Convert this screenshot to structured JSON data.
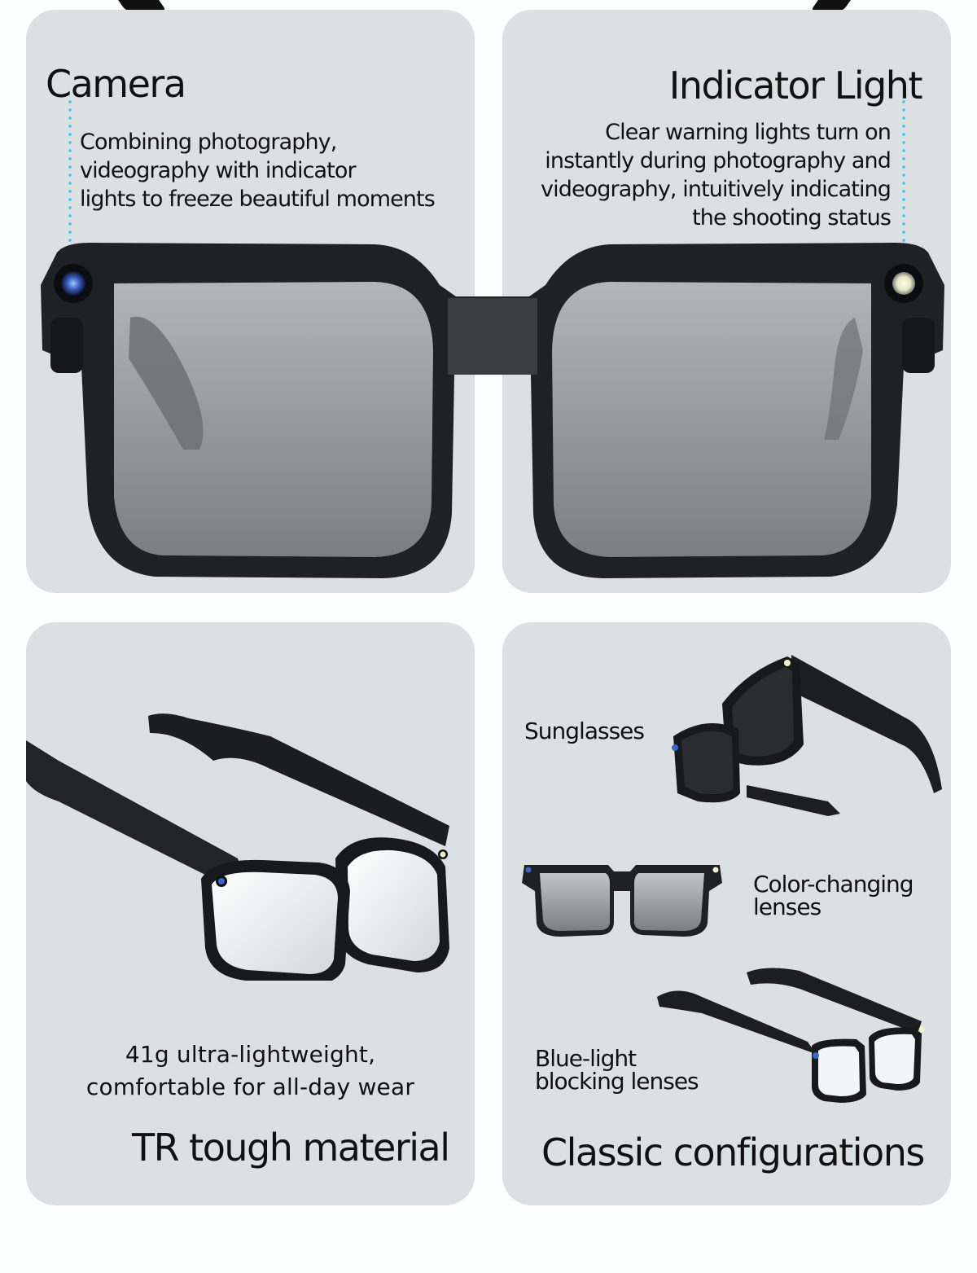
{
  "colors": {
    "page_bg": "#fdfefe",
    "panel_bg": "#dbe0e3",
    "text": "#111111",
    "frame": "#1f2124",
    "lens_gray": "#8f9193",
    "leader_top": "#3fc6e6",
    "leader_bottom": "#5b8fd6",
    "camera_lens": "#3a66c8",
    "indicator_glow": "#f4f2c8"
  },
  "panels": {
    "camera": {
      "title": "Camera",
      "description_lines": [
        "Combining photography,",
        " videography with indicator",
        " lights to freeze beautiful moments"
      ],
      "icon": "camera-lens-icon"
    },
    "indicator": {
      "title": "Indicator Light",
      "description_lines": [
        "Clear warning lights turn on",
        "instantly during photography and",
        "videography, intuitively indicating",
        "the shooting status"
      ],
      "icon": "indicator-light-icon"
    },
    "tr_material": {
      "subtitle_lines": [
        "41g ultra-lightweight,",
        "comfortable for all-day wear"
      ],
      "title": "TR tough material"
    },
    "classic": {
      "options": [
        {
          "label_lines": [
            "Sunglasses"
          ]
        },
        {
          "label_lines": [
            "Color-changing",
            "lenses"
          ]
        },
        {
          "label_lines": [
            "Blue-light",
            "blocking lenses"
          ]
        }
      ],
      "title": "Classic configurations"
    }
  }
}
